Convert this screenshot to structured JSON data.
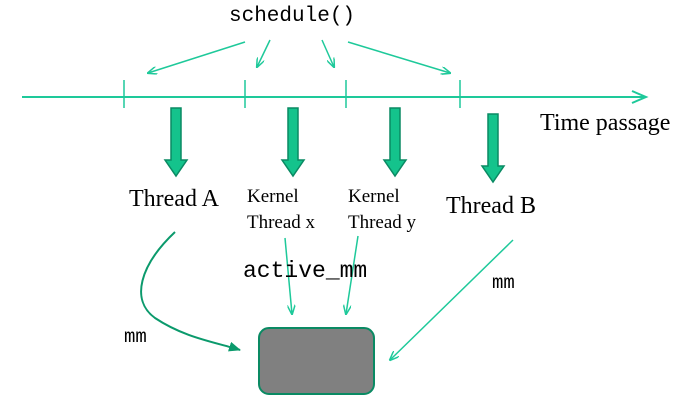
{
  "diagram": {
    "schedule_label": "schedule()",
    "time_label": "Time passage",
    "threads": [
      {
        "label": "Thread A"
      },
      {
        "label": "Kernel\nThread x"
      },
      {
        "label": "Kernel\nThread y"
      },
      {
        "label": "Thread B"
      }
    ],
    "active_mm_label": "active_mm",
    "mm_label_left": "mm",
    "mm_label_right": "mm"
  },
  "colors": {
    "line": "#1ec99a",
    "arrow_fill": "#14c38c",
    "arrow_stroke": "#0a8a63",
    "curve": "#0b9a6c",
    "box_fill": "#808080",
    "box_stroke": "#0a8a63"
  }
}
